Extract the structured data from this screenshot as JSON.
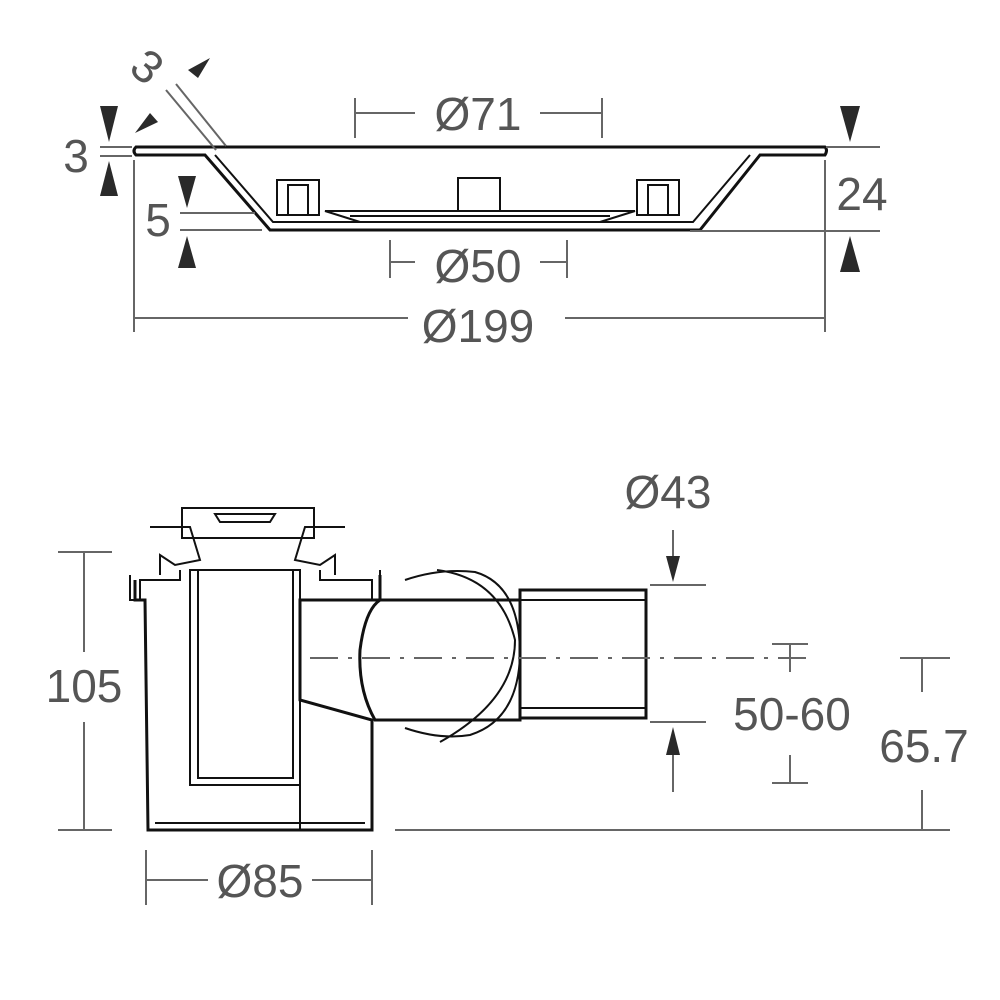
{
  "top_view": {
    "dims": {
      "d71": "Ø71",
      "d50": "Ø50",
      "d199": "Ø199",
      "h24": "24",
      "h3_left": "3",
      "h3_angled": "3",
      "h5": "5"
    }
  },
  "side_view": {
    "dims": {
      "d43": "Ø43",
      "h105": "105",
      "r50_60": "50-60",
      "h65_7": "65.7",
      "d85": "Ø85"
    }
  }
}
